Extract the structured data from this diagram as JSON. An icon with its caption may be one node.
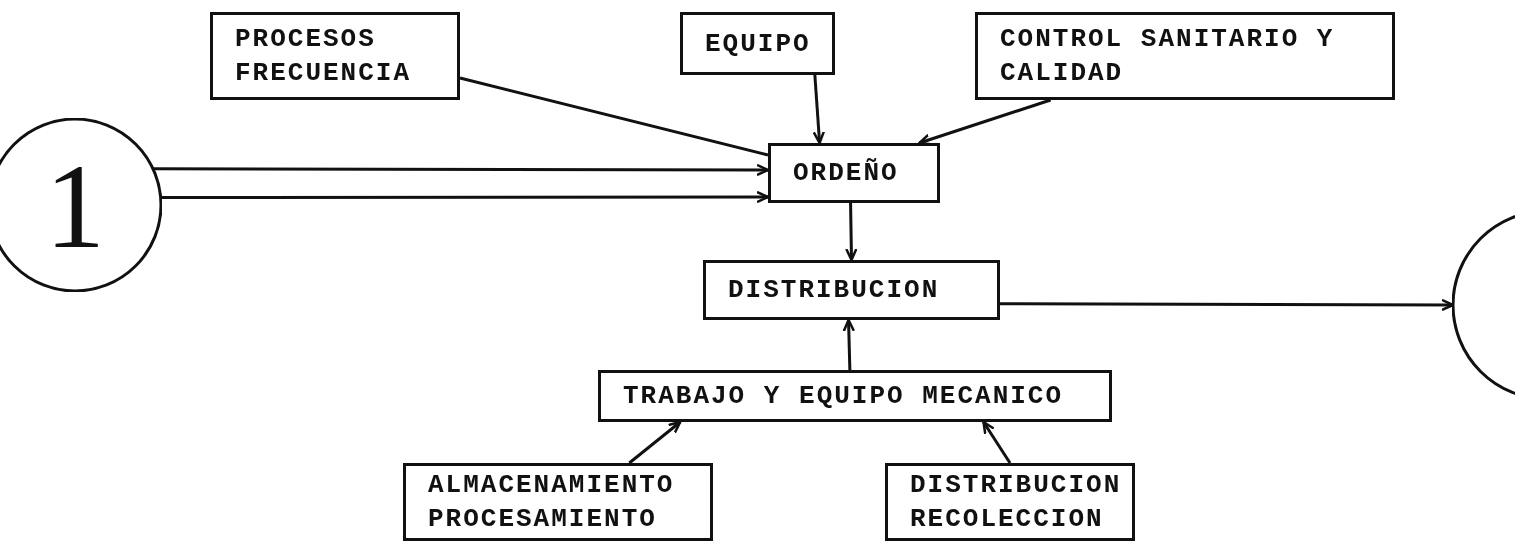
{
  "diagram": {
    "nodes": [
      {
        "text": [
          "PROCESOS FRECUENCIA"
        ]
      },
      {
        "text": [
          "EQUIPO"
        ]
      },
      {
        "text": [
          "CONTROL SANITARIO Y CALIDAD"
        ]
      },
      {
        "text": [
          "1"
        ]
      },
      {
        "text": [
          "ORDEÑO"
        ]
      },
      {
        "text": [
          "DISTRIBUCION"
        ]
      },
      {
        "text": [],
        "shape": "circle"
      },
      {
        "text": [
          "TRABAJO Y EQUIPO MECANICO"
        ]
      },
      {
        "text": [
          "ALMACENAMIENTO PROCESAMIENTO"
        ]
      },
      {
        "text": [
          "DISTRIBUCION RECOLECCION"
        ]
      }
    ],
    "edges": [
      {
        "from": 3,
        "to": 4,
        "arrow": "to"
      },
      {
        "from": 3,
        "to": 4,
        "arrow": "to"
      },
      {
        "from": 0,
        "to": 4,
        "arrow": "none"
      },
      {
        "from": 1,
        "to": 4,
        "arrow": "to"
      },
      {
        "from": 2,
        "to": 4,
        "arrow": "to"
      },
      {
        "from": 4,
        "to": 5,
        "arrow": "to"
      },
      {
        "from": 7,
        "to": 5,
        "arrow": "to"
      },
      {
        "from": 8,
        "to": 7,
        "arrow": "to"
      },
      {
        "from": 9,
        "to": 7,
        "arrow": "to"
      },
      {
        "from": 5,
        "to": 6,
        "arrow": "to"
      }
    ]
  }
}
